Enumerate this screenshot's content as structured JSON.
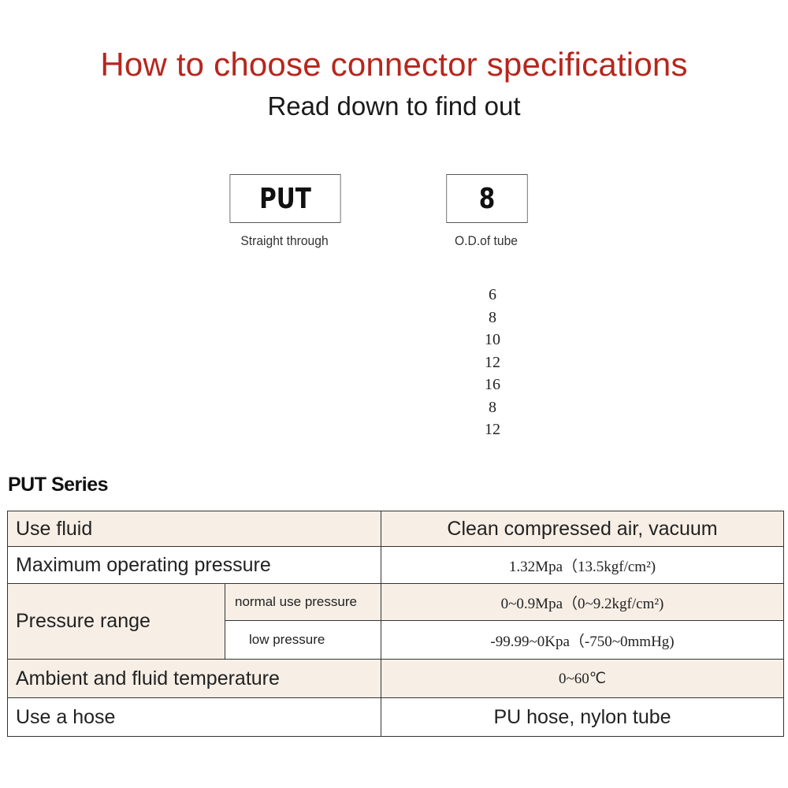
{
  "header": {
    "title": "How to choose connector specifications",
    "subtitle": "Read down to find out"
  },
  "code": {
    "model": "PUT",
    "model_caption": "Straight through",
    "size": "8",
    "size_caption": "O.D.of tube"
  },
  "sizes": [
    "6",
    "8",
    "10",
    "12",
    "16",
    "8",
    "12"
  ],
  "series_title": "PUT Series",
  "spec_table": {
    "use_fluid": {
      "label": "Use fluid",
      "value": "Clean compressed air, vacuum"
    },
    "max_pressure": {
      "label": "Maximum operating pressure",
      "value": "1.32Mpa（13.5kgf/cm²)"
    },
    "pressure_range": {
      "label": "Pressure range",
      "normal_label": "normal use pressure",
      "normal_value": "0~0.9Mpa（0~9.2kgf/cm²)",
      "low_label": "low pressure",
      "low_value": "-99.99~0Kpa（-750~0mmHg)"
    },
    "temperature": {
      "label": "Ambient and fluid temperature",
      "value": "0~60℃"
    },
    "hose": {
      "label": "Use a hose",
      "value": "PU hose, nylon tube"
    }
  },
  "colors": {
    "title": "#b7261d",
    "row_shade": "#f7efe6",
    "border": "#333333"
  }
}
